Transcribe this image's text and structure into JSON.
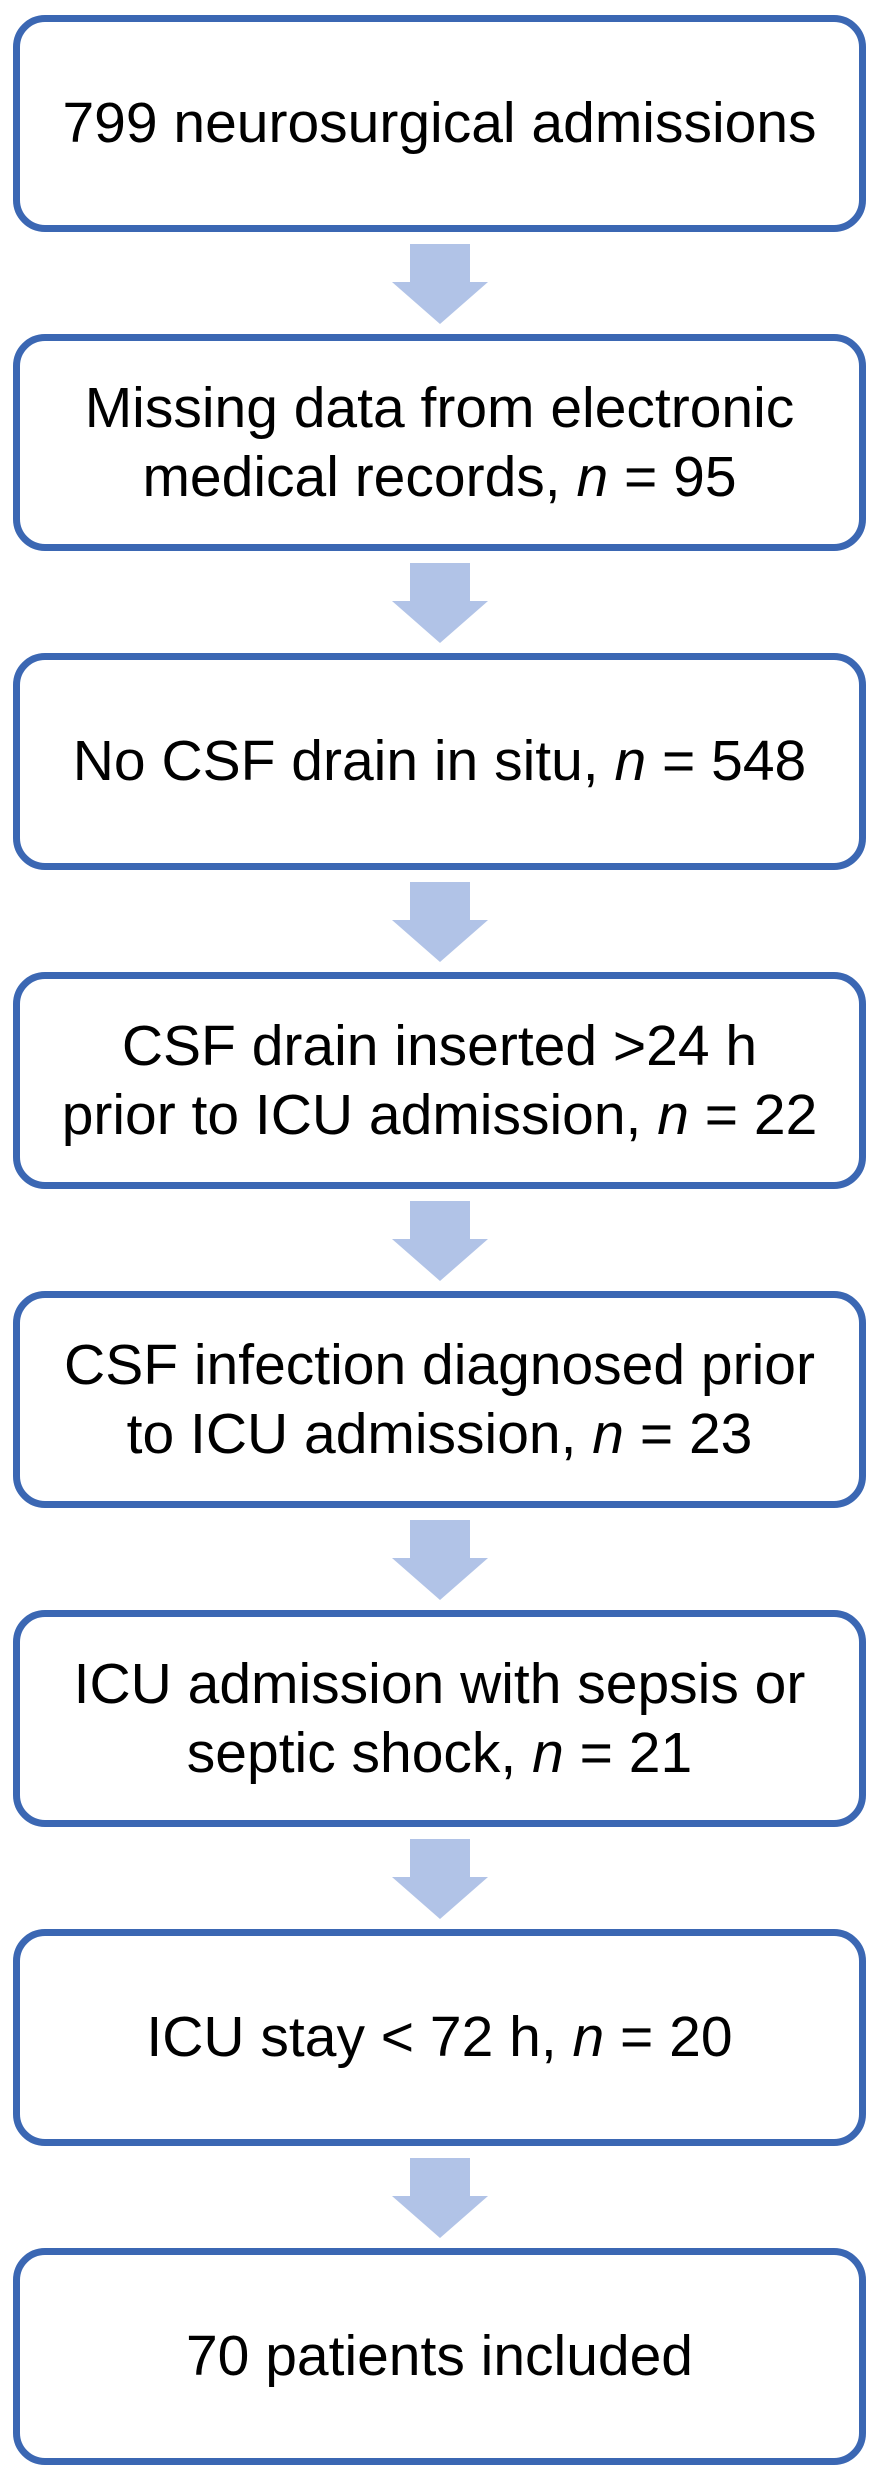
{
  "page": {
    "background": "#ffffff"
  },
  "flowchart": {
    "direction": "top-to-bottom",
    "node_count": 8,
    "colors": {
      "box_border": "#3b67b3",
      "box_fill": "#ffffff",
      "arrow_fill": "#b1c3e7",
      "text": "#000000"
    },
    "connector": {
      "icon": "down-block-arrow"
    },
    "boxes": [
      {
        "id": "neurosurgical-admissions",
        "text": "799 neurosurgical admissions",
        "lines": [
          [
            {
              "text": "799 neurosurgical admissions",
              "italic": false
            }
          ]
        ]
      },
      {
        "id": "missing-data",
        "text": "Missing data from electronic medical records, n = 95",
        "lines": [
          [
            {
              "text": "Missing data from electronic",
              "italic": false
            }
          ],
          [
            {
              "text": "medical records, ",
              "italic": false
            },
            {
              "text": "n",
              "italic": true
            },
            {
              "text": " = 95",
              "italic": false
            }
          ]
        ]
      },
      {
        "id": "no-csf-drain",
        "text": "No CSF drain in situ, n = 548",
        "lines": [
          [
            {
              "text": "No CSF drain in situ, ",
              "italic": false
            },
            {
              "text": "n",
              "italic": true
            },
            {
              "text": " = 548",
              "italic": false
            }
          ]
        ]
      },
      {
        "id": "drain-inserted-over-24h",
        "text": "CSF drain inserted >24 h prior to ICU admission, n = 22",
        "lines": [
          [
            {
              "text": "CSF drain inserted >24 h",
              "italic": false
            }
          ],
          [
            {
              "text": "prior to ICU admission, ",
              "italic": false
            },
            {
              "text": "n",
              "italic": true
            },
            {
              "text": " = 22",
              "italic": false
            }
          ]
        ]
      },
      {
        "id": "csf-infection-prior",
        "text": "CSF infection diagnosed prior to ICU admission, n = 23",
        "lines": [
          [
            {
              "text": "CSF infection diagnosed prior",
              "italic": false
            }
          ],
          [
            {
              "text": "to ICU admission, ",
              "italic": false
            },
            {
              "text": "n",
              "italic": true
            },
            {
              "text": " = 23",
              "italic": false
            }
          ]
        ]
      },
      {
        "id": "sepsis-septic-shock",
        "text": "ICU admission with sepsis or septic shock, n = 21",
        "lines": [
          [
            {
              "text": "ICU admission with sepsis or",
              "italic": false
            }
          ],
          [
            {
              "text": "septic shock, ",
              "italic": false
            },
            {
              "text": "n",
              "italic": true
            },
            {
              "text": " = 21",
              "italic": false
            }
          ]
        ]
      },
      {
        "id": "icu-stay-under-72h",
        "text": "ICU stay < 72 h, n = 20",
        "lines": [
          [
            {
              "text": "ICU stay < 72 h, ",
              "italic": false
            },
            {
              "text": "n",
              "italic": true
            },
            {
              "text": " = 20",
              "italic": false
            }
          ]
        ]
      },
      {
        "id": "patients-included",
        "text": "70 patients included",
        "lines": [
          [
            {
              "text": "70 patients included",
              "italic": false
            }
          ]
        ]
      }
    ]
  }
}
